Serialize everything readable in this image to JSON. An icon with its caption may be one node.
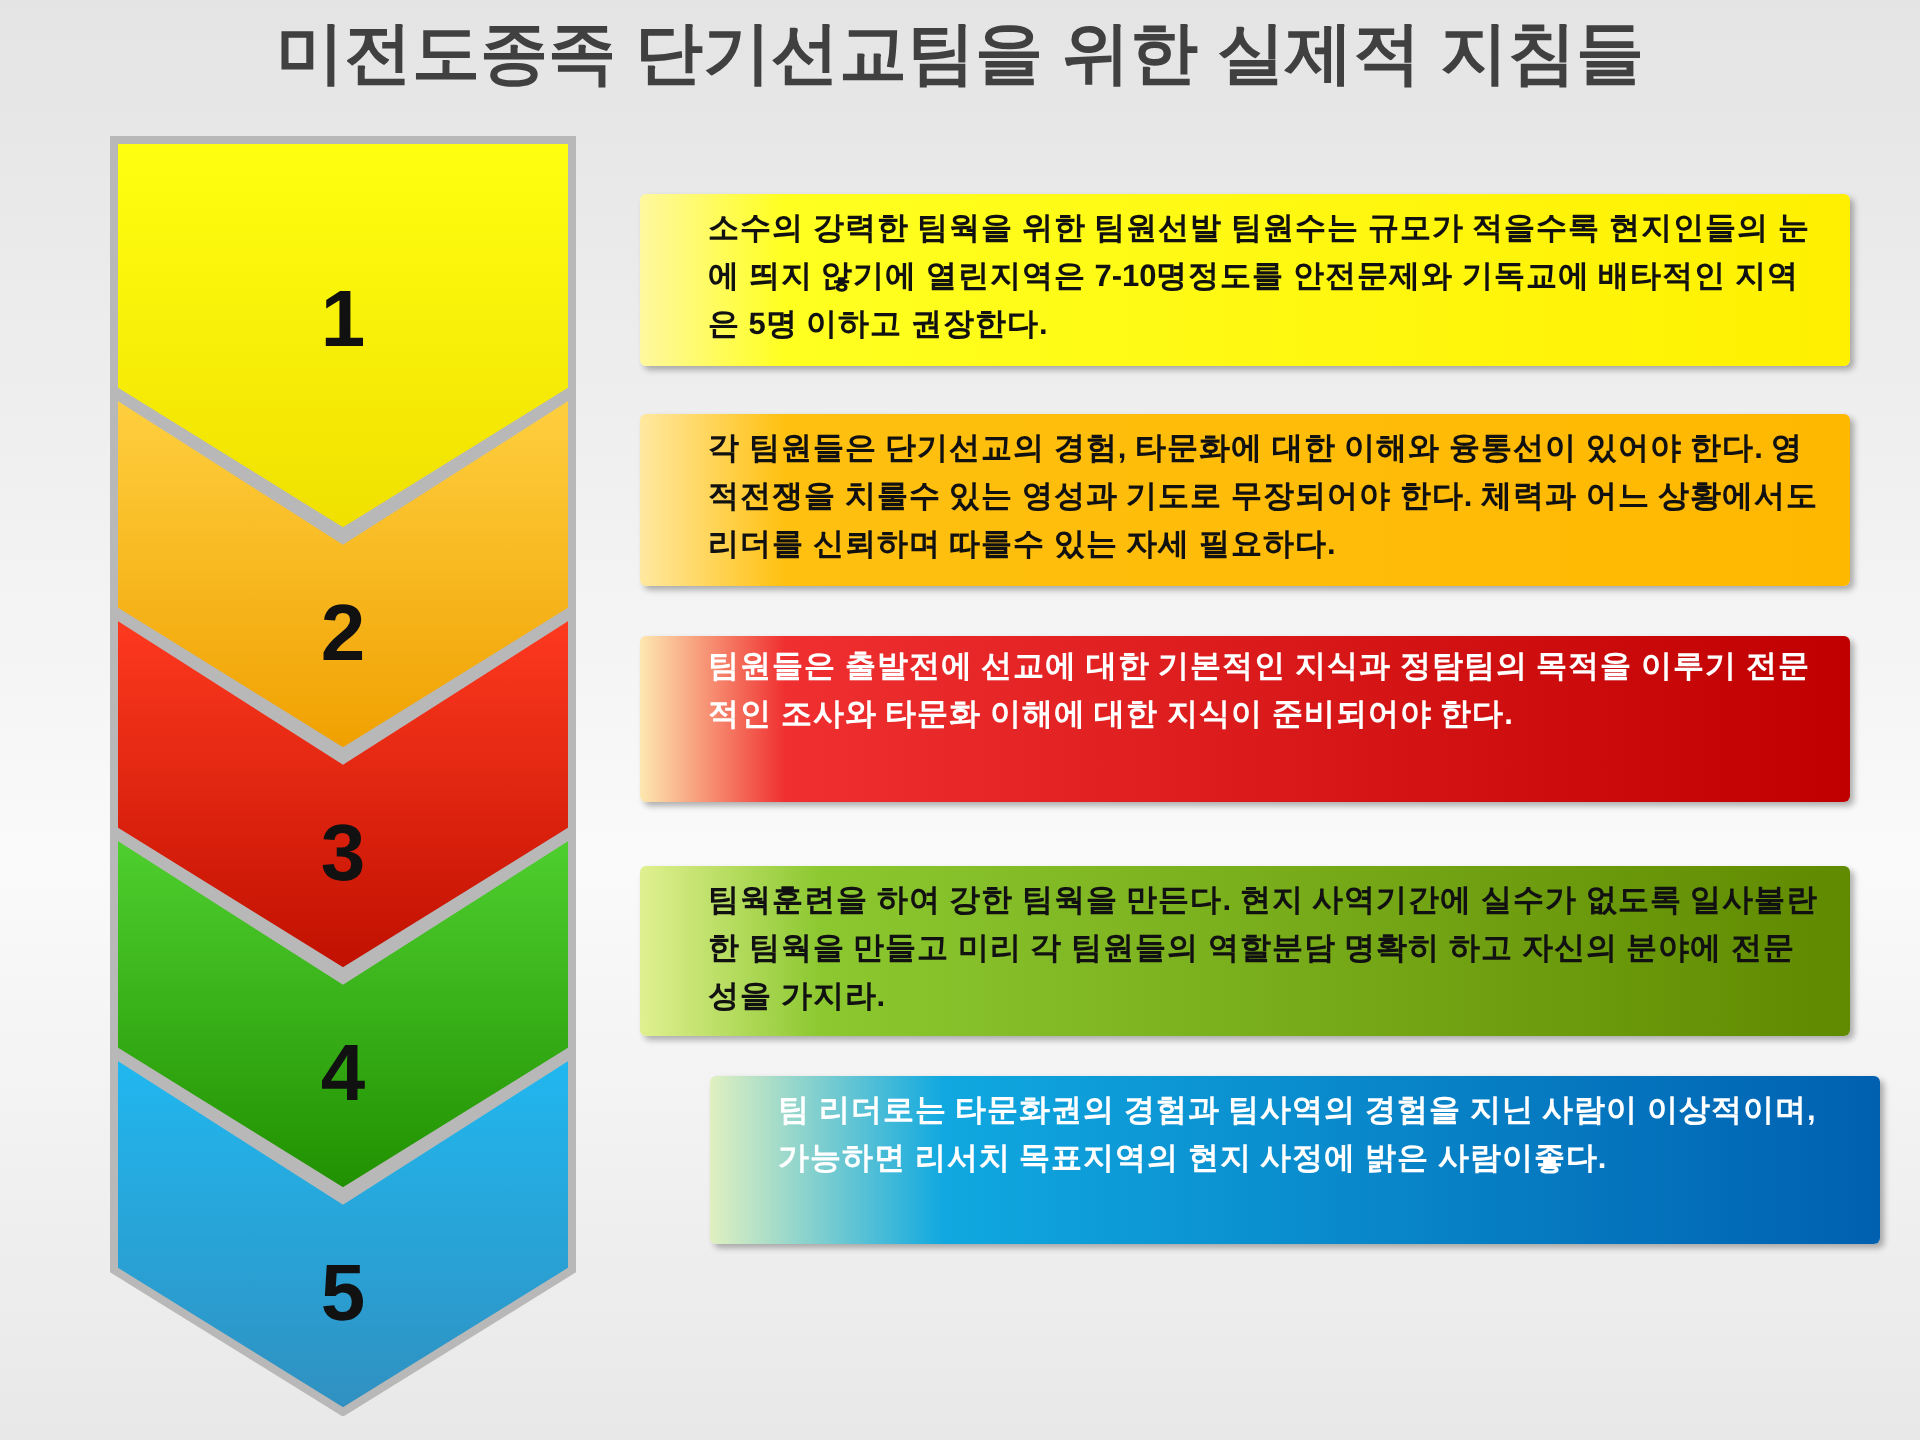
{
  "diagram": {
    "title": "미전도종족 단기선교팀을 위한 실제적 지침들",
    "nodes": [
      {
        "text": [
          "1"
        ]
      },
      {
        "text": [
          "2"
        ]
      },
      {
        "text": [
          "3"
        ]
      },
      {
        "text": [
          "4"
        ]
      },
      {
        "text": [
          "5"
        ]
      },
      {
        "text": [
          "소수의 강력한 팀웍을 위한 팀원선발 팀원수는 규모가 적을수록 현지인들의 눈에 띄지 않기에 열린지역은 7-10명정도를 안전문제와 기독교에 배타적인 지역은 5명 이하고 권장한다."
        ]
      },
      {
        "text": [
          "각 팀원들은 단기선교의 경험, 타문화에 대한 이해와 융통선이 있어야 한다. 영적전쟁을 치룰수 있는 영성과 기도로 무장되어야 한다. 체력과 어느 상황에서도 리더를 신뢰하며 따를수 있는 자세 필요하다."
        ]
      },
      {
        "text": [
          "팀원들은 출발전에 선교에 대한 기본적인 지식과 정탐팀의 목적을 이루기 전문적인 조사와 타문화 이해에 대한 지식이 준비되어야 한다."
        ]
      },
      {
        "text": [
          "팀웍훈련을 하여 강한 팀웍을 만든다. 현지 사역기간에 실수가 없도록 일사불란한 팀웍을 만들고 미리 각 팀원들의 역할분담 명확히 하고 자신의 분야에 전문성을 가지라."
        ]
      },
      {
        "text": [
          "팀 리더로는 타문화권의 경험과 팀사역의 경험을 지닌 사람이 이상적이며, 가능하면 리서치 목표지역의 현지 사정에 밝은 사람이좋다."
        ]
      }
    ]
  }
}
